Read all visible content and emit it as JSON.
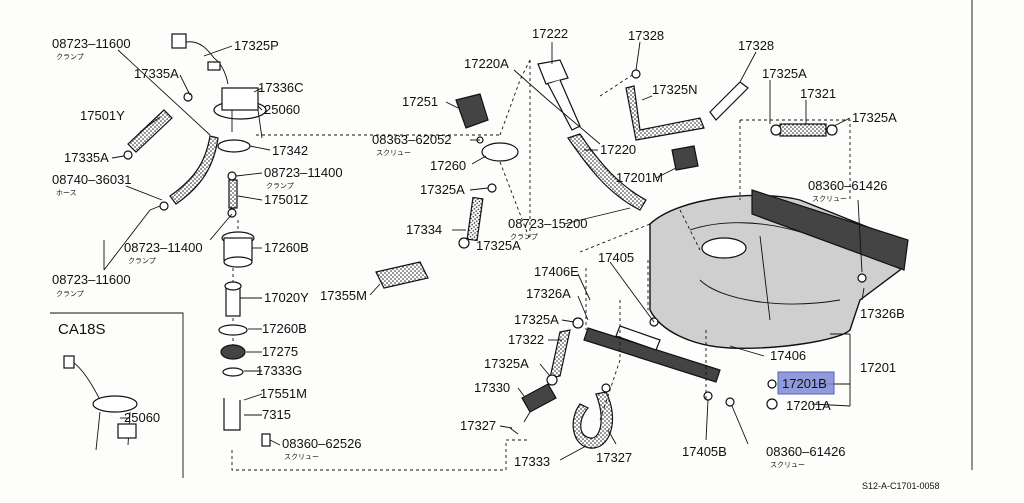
{
  "labels": {
    "p08723_11600_top": "08723–11600",
    "clamp_top": "クランプ",
    "p17325P": "17325P",
    "p17335A_top": "17335A",
    "p17336C": "17336C",
    "p25060_main": "25060",
    "p17501Y": "17501Y",
    "p17342": "17342",
    "p17335A_mid": "17335A",
    "p08740_36031": "08740–36031",
    "hose_sub": "ホース",
    "p08723_11400_a": "08723–11400",
    "clamp_a": "クランプ",
    "p17501Z": "17501Z",
    "p08723_11400_b": "08723–11400",
    "clamp_b": "クランプ",
    "p17260B_top": "17260B",
    "p08723_11600_bot": "08723–11600",
    "clamp_bot": "クランプ",
    "p17020Y": "17020Y",
    "p17260B_mid": "17260B",
    "p17275": "17275",
    "p17333G": "17333G",
    "p17551M": "17551M",
    "p7315": "7315",
    "p08360_62526": "08360–62526",
    "screw_a": "スクリュー",
    "inset_title": "CA18S",
    "p25060_inset": "25060",
    "p17222": "17222",
    "p17220A": "17220A",
    "p17251": "17251",
    "p08363_62052": "08363–62052",
    "screw_b": "スクリュー",
    "p17260": "17260",
    "p17220": "17220",
    "p17201M": "17201M",
    "p17325A_a": "17325A",
    "p17334": "17334",
    "p17325A_b": "17325A",
    "p08723_15200": "08723–15200",
    "clamp_c": "クランプ",
    "p17355M": "17355M",
    "p17328_a": "17328",
    "p17325N": "17325N",
    "p17328_b": "17328",
    "p17325A_c": "17325A",
    "p17321": "17321",
    "p17325A_d": "17325A",
    "p08360_61426_a": "08360–61426",
    "screw_c": "スクリュー",
    "p17405": "17405",
    "p17406E": "17406E",
    "p17326A": "17326A",
    "p17326B": "17326B",
    "p17325A_e": "17325A",
    "p17322": "17322",
    "p17325A_f": "17325A",
    "p17406": "17406",
    "p17201": "17201",
    "p17201B": "17201B",
    "p17330": "17330",
    "p17201A": "17201A",
    "p17327_a": "17327",
    "p17333": "17333",
    "p17327_b": "17327",
    "p17405B": "17405B",
    "p08360_61426_b": "08360–61426",
    "screw_d": "スクリュー",
    "ref_code": "S12-A-C1701-0058"
  },
  "colors": {
    "highlight": "#7f8ad6",
    "ink": "#111111",
    "tank_fill": "#cfcfcf"
  }
}
